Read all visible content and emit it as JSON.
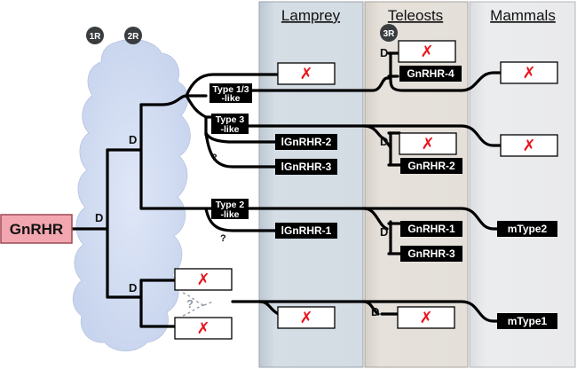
{
  "diagram": {
    "rounds": [
      "1R",
      "2R",
      "3R"
    ],
    "columns": [
      "Lamprey",
      "Teleosts",
      "Mammals"
    ],
    "root_label": "GnRHR",
    "duplication_label": "D",
    "question_mark": "?",
    "lost_mark": "✗",
    "type_labels": {
      "type13_line1": "Type 1/3",
      "type13_line2": "-like",
      "type3_line1": "Type 3",
      "type3_line2": "-like",
      "type2_line1": "Type 2",
      "type2_line2": "-like"
    },
    "receptors": {
      "lamprey_2": "lGnRHR-2",
      "lamprey_3": "lGnRHR-3",
      "lamprey_1": "lGnRHR-1",
      "teleost_4": "GnRHR-4",
      "teleost_2": "GnRHR-2",
      "teleost_1": "GnRHR-1",
      "teleost_3": "GnRHR-3",
      "mammal_type2": "mType2",
      "mammal_type1": "mType1"
    },
    "colors": {
      "lamprey_panel": "#d3dbe3",
      "teleost_panel": "#e4dfd9",
      "mammal_panel": "#e8e9eb",
      "cloud": "#cbd7ef",
      "root_box": "#f2a6b0",
      "lost_x": "#e8141c"
    }
  }
}
